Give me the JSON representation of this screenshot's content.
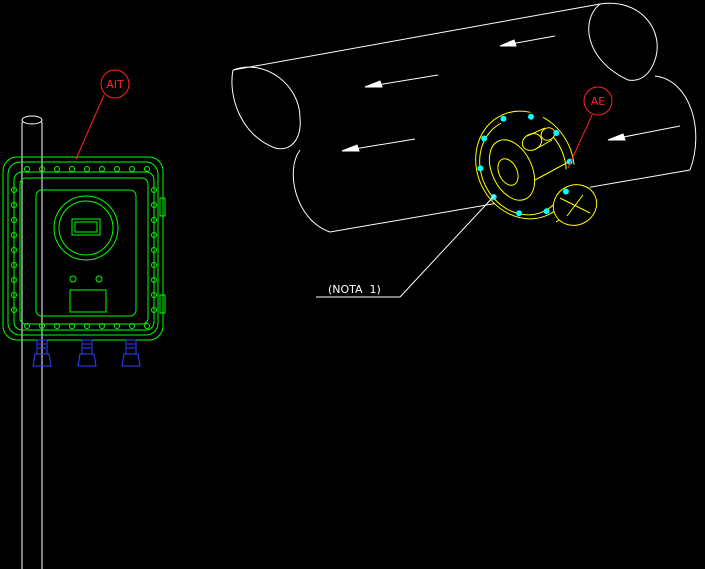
{
  "drawing": {
    "background": "#000000",
    "colors": {
      "outline": "#ffffff",
      "transmitter": "#00ff00",
      "sensor": "#ffff00",
      "bolts": "#00ffff",
      "tag_circle": "#ff0000",
      "conduit": "#0000ff"
    },
    "tags": {
      "transmitter": "AIT",
      "element": "AE"
    },
    "note_label": "(NOTA  1)"
  }
}
